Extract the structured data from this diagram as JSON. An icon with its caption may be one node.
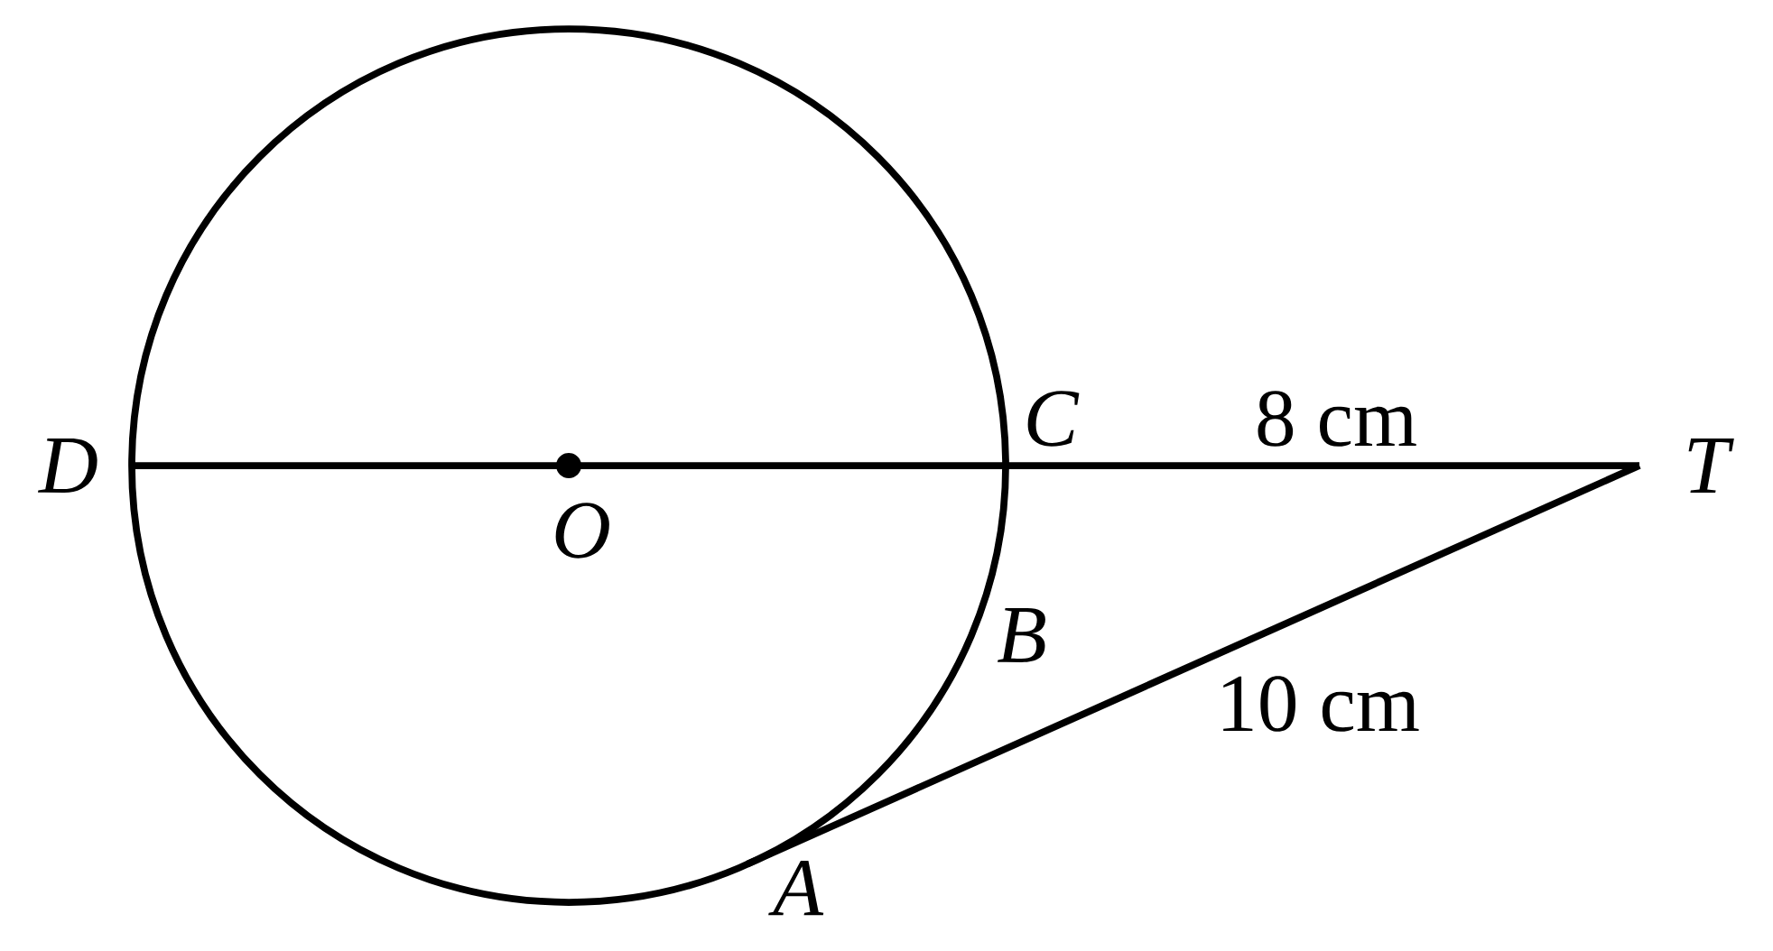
{
  "diagram": {
    "labels": [
      "C",
      "8 cm",
      "D",
      "O",
      "T",
      "B",
      "10 cm",
      "A"
    ]
  }
}
